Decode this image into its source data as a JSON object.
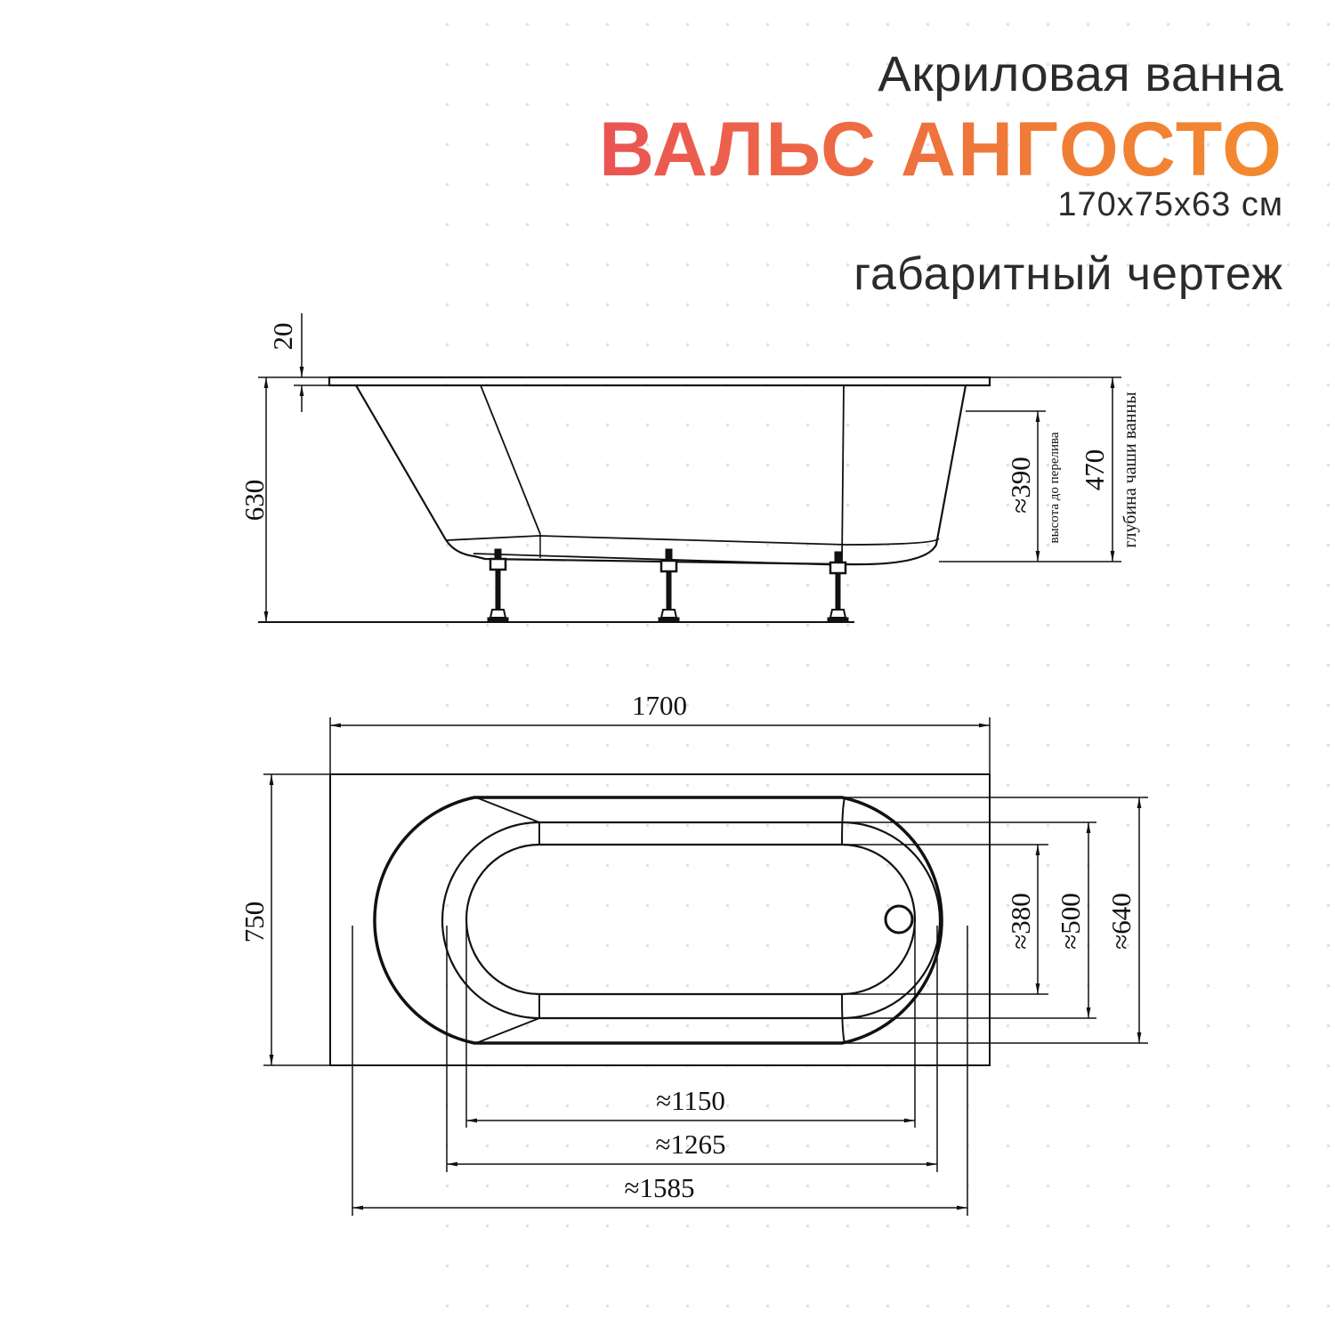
{
  "header": {
    "subtitle": "Акриловая ванна",
    "title": "ВАЛЬС АНГОСТО",
    "dimensions": "170x75x63 см",
    "caption": "габаритный чертеж"
  },
  "colors": {
    "title_gradient_start": "#ea5455",
    "title_gradient_end": "#f28a2e",
    "text": "#2b2b2b",
    "lines": "#111111"
  },
  "side_view": {
    "rim_thickness": "20",
    "total_height": "630",
    "overflow_height": "≈390",
    "overflow_label": "высота до перелива",
    "bowl_depth": "470",
    "bowl_depth_label": "глубина чаши ванны",
    "legs_count": 3
  },
  "top_view": {
    "length": "1700",
    "width": "750",
    "inner_width_1": "≈380",
    "inner_width_2": "≈500",
    "inner_width_3": "≈640",
    "inner_length_1": "≈1150",
    "inner_length_2": "≈1265",
    "inner_length_3": "≈1585",
    "drain": "overflow-drain-circle"
  }
}
